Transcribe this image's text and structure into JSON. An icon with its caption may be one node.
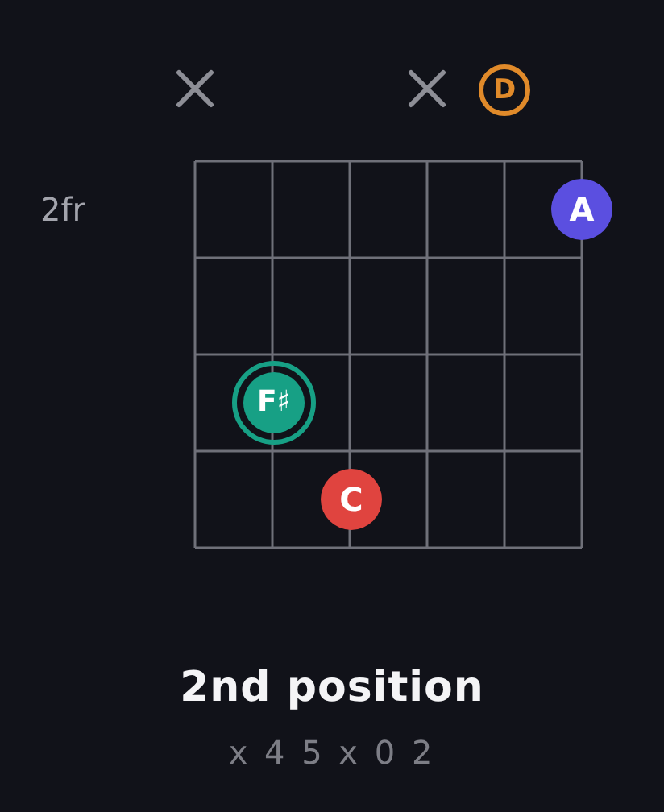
{
  "diagram": {
    "title": "2nd position",
    "caption": "x 4 5 x 0 2",
    "nodes": [
      {
        "text": [
          "D"
        ]
      },
      {
        "text": [
          "A"
        ]
      },
      {
        "text": [
          "F♯"
        ]
      },
      {
        "text": [
          "C"
        ]
      }
    ],
    "labels": [
      "2fr"
    ]
  }
}
